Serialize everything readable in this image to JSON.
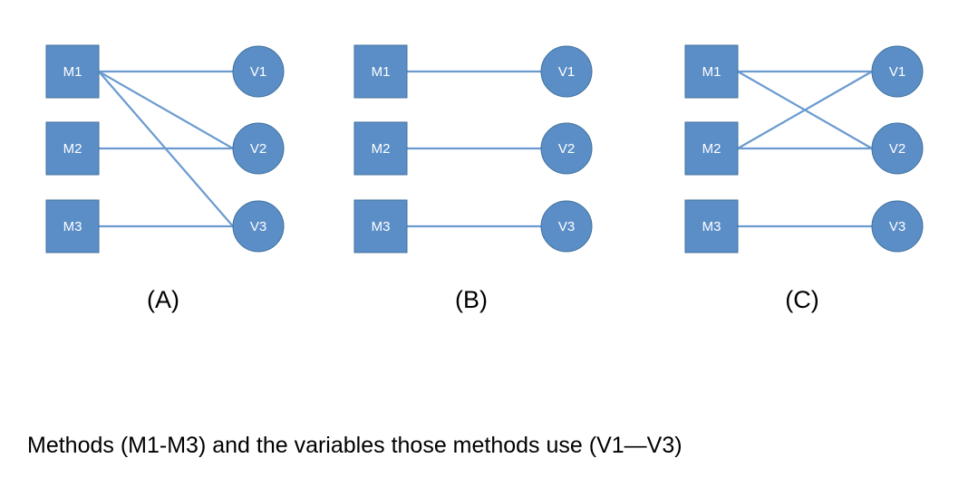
{
  "colors": {
    "node_fill": "#5b8ec7",
    "node_stroke": "#41719c",
    "edge": "#6a9ad0",
    "label": "#ffffff",
    "text": "#000000"
  },
  "caption": "Methods (M1-M3) and the variables those methods use (V1—V3)",
  "panels": [
    {
      "id": "A",
      "caption": "(A)",
      "methods": [
        "M1",
        "M2",
        "M3"
      ],
      "variables": [
        "V1",
        "V2",
        "V3"
      ],
      "edges": [
        [
          "M1",
          "V1"
        ],
        [
          "M1",
          "V2"
        ],
        [
          "M1",
          "V3"
        ],
        [
          "M2",
          "V2"
        ],
        [
          "M3",
          "V3"
        ]
      ]
    },
    {
      "id": "B",
      "caption": "(B)",
      "methods": [
        "M1",
        "M2",
        "M3"
      ],
      "variables": [
        "V1",
        "V2",
        "V3"
      ],
      "edges": [
        [
          "M1",
          "V1"
        ],
        [
          "M2",
          "V2"
        ],
        [
          "M3",
          "V3"
        ]
      ]
    },
    {
      "id": "C",
      "caption": "(C)",
      "methods": [
        "M1",
        "M2",
        "M3"
      ],
      "variables": [
        "V1",
        "V2",
        "V3"
      ],
      "edges": [
        [
          "M1",
          "V1"
        ],
        [
          "M1",
          "V2"
        ],
        [
          "M2",
          "V1"
        ],
        [
          "M2",
          "V2"
        ],
        [
          "M3",
          "V3"
        ]
      ]
    }
  ]
}
